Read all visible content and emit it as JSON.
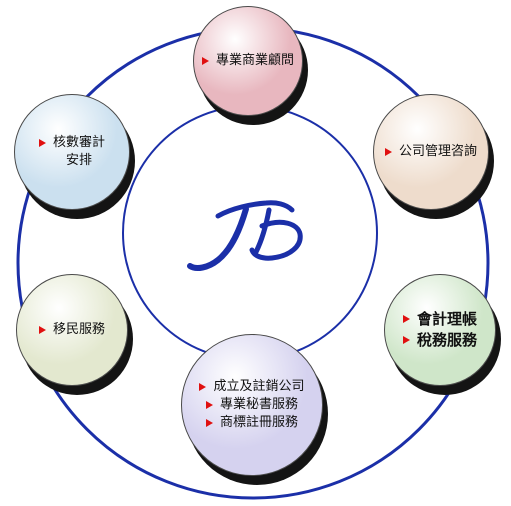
{
  "diagram": {
    "center_logo": "logo-icon",
    "colors": {
      "outer_ring": "#1b2fa8",
      "inner_ring": "#1b2fa8",
      "logo": "#1b2fa8",
      "arrow": "#e01010"
    },
    "nodes": [
      {
        "name": "node-business-consulting",
        "fill": "#e8b7bf",
        "lines": [
          {
            "text": "專業商業顧問",
            "arrow": true
          }
        ]
      },
      {
        "name": "node-company-management",
        "fill": "#eedccc",
        "lines": [
          {
            "text": "公司管理咨詢",
            "arrow": true
          }
        ]
      },
      {
        "name": "node-accounting-tax",
        "fill": "#cfe6c9",
        "lines": [
          {
            "text": "會計理帳",
            "arrow": true
          },
          {
            "text": "稅務服務",
            "arrow": true
          }
        ]
      },
      {
        "name": "node-company-services",
        "fill": "#d5d2ef",
        "lines": [
          {
            "text": "成立及註銷公司",
            "arrow": true
          },
          {
            "text": "專業秘書服務",
            "arrow": true
          },
          {
            "text": "商標註冊服務",
            "arrow": true
          }
        ]
      },
      {
        "name": "node-immigration",
        "fill": "#e3e8cf",
        "lines": [
          {
            "text": "移民服務",
            "arrow": true
          }
        ]
      },
      {
        "name": "node-audit",
        "fill": "#cbe0ef",
        "lines": [
          {
            "text": "核數審計",
            "arrow": true
          },
          {
            "text": "安排",
            "arrow": false
          }
        ]
      }
    ]
  }
}
